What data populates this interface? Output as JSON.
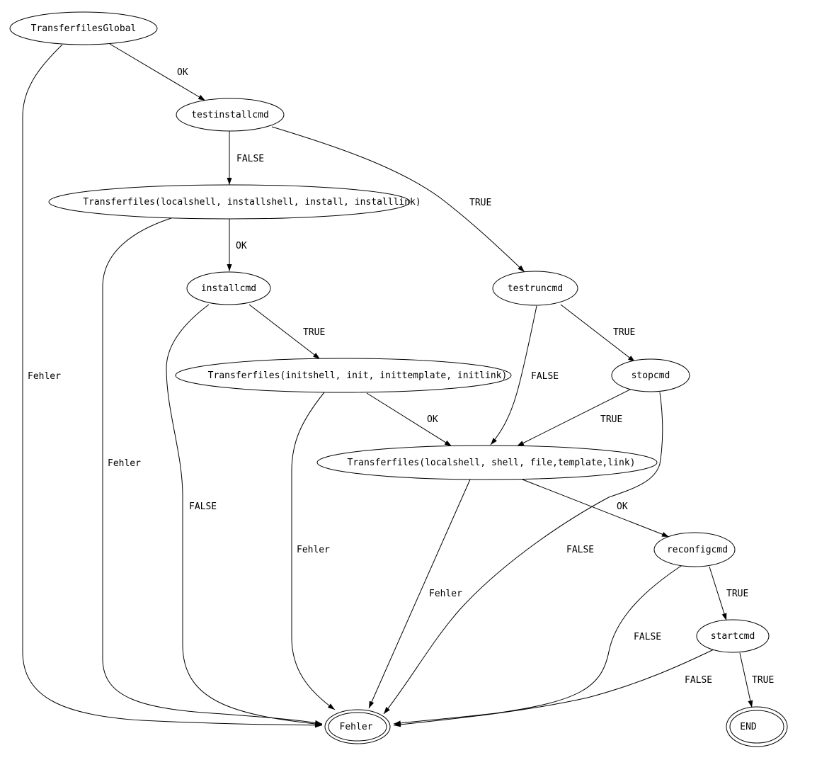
{
  "nodes": [
    {
      "id": "transferfiles_global",
      "label": "TransferfilesGlobal"
    },
    {
      "id": "testinstallcmd",
      "label": "testinstallcmd"
    },
    {
      "id": "transferfiles_install",
      "label": "Transferfiles(localshell, installshell, install, installlink)"
    },
    {
      "id": "installcmd",
      "label": "installcmd"
    },
    {
      "id": "testruncmd",
      "label": "testruncmd"
    },
    {
      "id": "transferfiles_init",
      "label": "Transferfiles(initshell, init, inittemplate, initlink)"
    },
    {
      "id": "stopcmd",
      "label": "stopcmd"
    },
    {
      "id": "transferfiles_main",
      "label": "Transferfiles(localshell, shell, file,template,link)"
    },
    {
      "id": "reconfigcmd",
      "label": "reconfigcmd"
    },
    {
      "id": "startcmd",
      "label": "startcmd"
    },
    {
      "id": "fehler",
      "label": "Fehler",
      "final": true
    },
    {
      "id": "end",
      "label": "END",
      "final": true
    }
  ],
  "edges": [
    {
      "from": "transferfiles_global",
      "to": "testinstallcmd",
      "label": "OK"
    },
    {
      "from": "transferfiles_global",
      "to": "fehler",
      "label": "Fehler"
    },
    {
      "from": "testinstallcmd",
      "to": "transferfiles_install",
      "label": "FALSE"
    },
    {
      "from": "testinstallcmd",
      "to": "testruncmd",
      "label": "TRUE"
    },
    {
      "from": "transferfiles_install",
      "to": "installcmd",
      "label": "OK"
    },
    {
      "from": "transferfiles_install",
      "to": "fehler",
      "label": "Fehler"
    },
    {
      "from": "installcmd",
      "to": "transferfiles_init",
      "label": "TRUE"
    },
    {
      "from": "installcmd",
      "to": "fehler",
      "label": "FALSE"
    },
    {
      "from": "testruncmd",
      "to": "stopcmd",
      "label": "TRUE"
    },
    {
      "from": "testruncmd",
      "to": "transferfiles_main",
      "label": "FALSE"
    },
    {
      "from": "transferfiles_init",
      "to": "transferfiles_main",
      "label": "OK"
    },
    {
      "from": "transferfiles_init",
      "to": "fehler",
      "label": "Fehler"
    },
    {
      "from": "stopcmd",
      "to": "transferfiles_main",
      "label": "TRUE"
    },
    {
      "from": "stopcmd",
      "to": "fehler",
      "label": "FALSE"
    },
    {
      "from": "transferfiles_main",
      "to": "reconfigcmd",
      "label": "OK"
    },
    {
      "from": "transferfiles_main",
      "to": "fehler",
      "label": "Fehler"
    },
    {
      "from": "reconfigcmd",
      "to": "startcmd",
      "label": "TRUE"
    },
    {
      "from": "reconfigcmd",
      "to": "fehler",
      "label": "FALSE"
    },
    {
      "from": "startcmd",
      "to": "end",
      "label": "TRUE"
    },
    {
      "from": "startcmd",
      "to": "fehler",
      "label": "FALSE"
    }
  ]
}
